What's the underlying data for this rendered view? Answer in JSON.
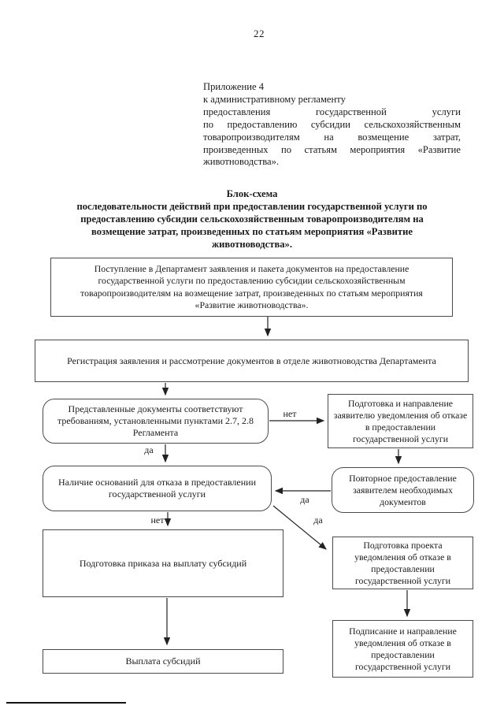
{
  "page": {
    "number": "22"
  },
  "annex": {
    "lines": [
      "Приложение 4",
      "к административному регламенту",
      "предоставления государственной услуги",
      "по предоставлению субсидии сельскохозяйственным",
      "товаропроизводителям на возмещение затрат,",
      "произведенных по статьям мероприятия «Развитие",
      "животноводства»."
    ]
  },
  "title": "Блок-схема\nпоследовательности действий при предоставлении государственной услуги по\nпредоставлению субсидии сельскохозяйственным товаропроизводителям на\nвозмещение затрат, произведенных по статьям мероприятия «Развитие\nживотноводства».",
  "flowchart": {
    "boxes": {
      "intake": "Поступление в Департамент заявления и пакета документов на предоставление государственной услуги по предоставлению субсидии сельскохозяйственным товаропроизводителям на возмещение затрат, произведенных по статьям мероприятия «Развитие животноводства».",
      "registration": "Регистрация заявления и рассмотрение документов в отделе животноводства Департамента",
      "docs_check": "Представленные документы соответствуют требованиям, установленными пунктами 2.7, 2.8 Регламента",
      "refusal_notice_prepare_send": "Подготовка и направление заявителю уведомления об отказе в предоставлении государственной услуги",
      "resubmission": "Повторное предоставление заявителем необходимых документов",
      "grounds_for_refusal": "Наличие оснований для отказа в предоставлении государственной услуги",
      "refusal_draft": "Подготовка проекта уведомления об отказе в предоставлении государственной услуги",
      "order_preparation": "Подготовка приказа на выплату субсидий",
      "refusal_sign_send": "Подписание и направление уведомления об отказе в предоставлении государственной услуги",
      "payment": "Выплата субсидий"
    },
    "labels": {
      "no1": "нет",
      "yes1": "да",
      "yes2": "да",
      "yes3": "да",
      "no2": "нет"
    }
  }
}
